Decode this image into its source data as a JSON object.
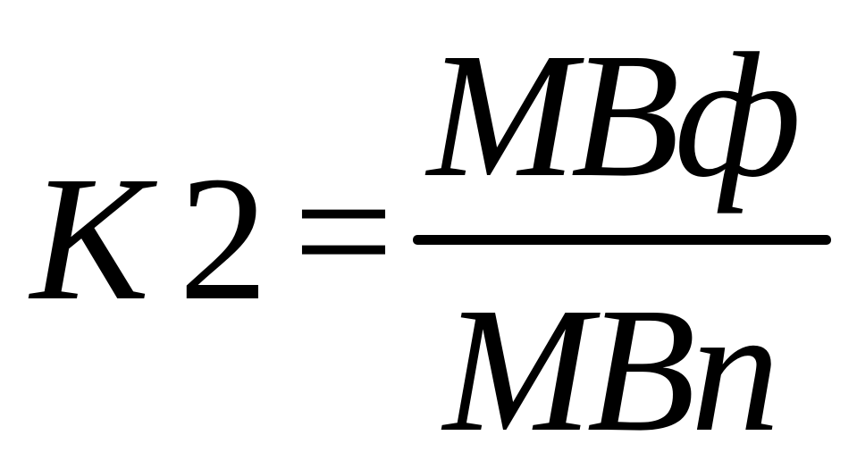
{
  "formula": {
    "lhs_variable": "K",
    "lhs_subscript": "2",
    "operator": "=",
    "numerator": "MBф",
    "denominator": "MBn"
  }
}
